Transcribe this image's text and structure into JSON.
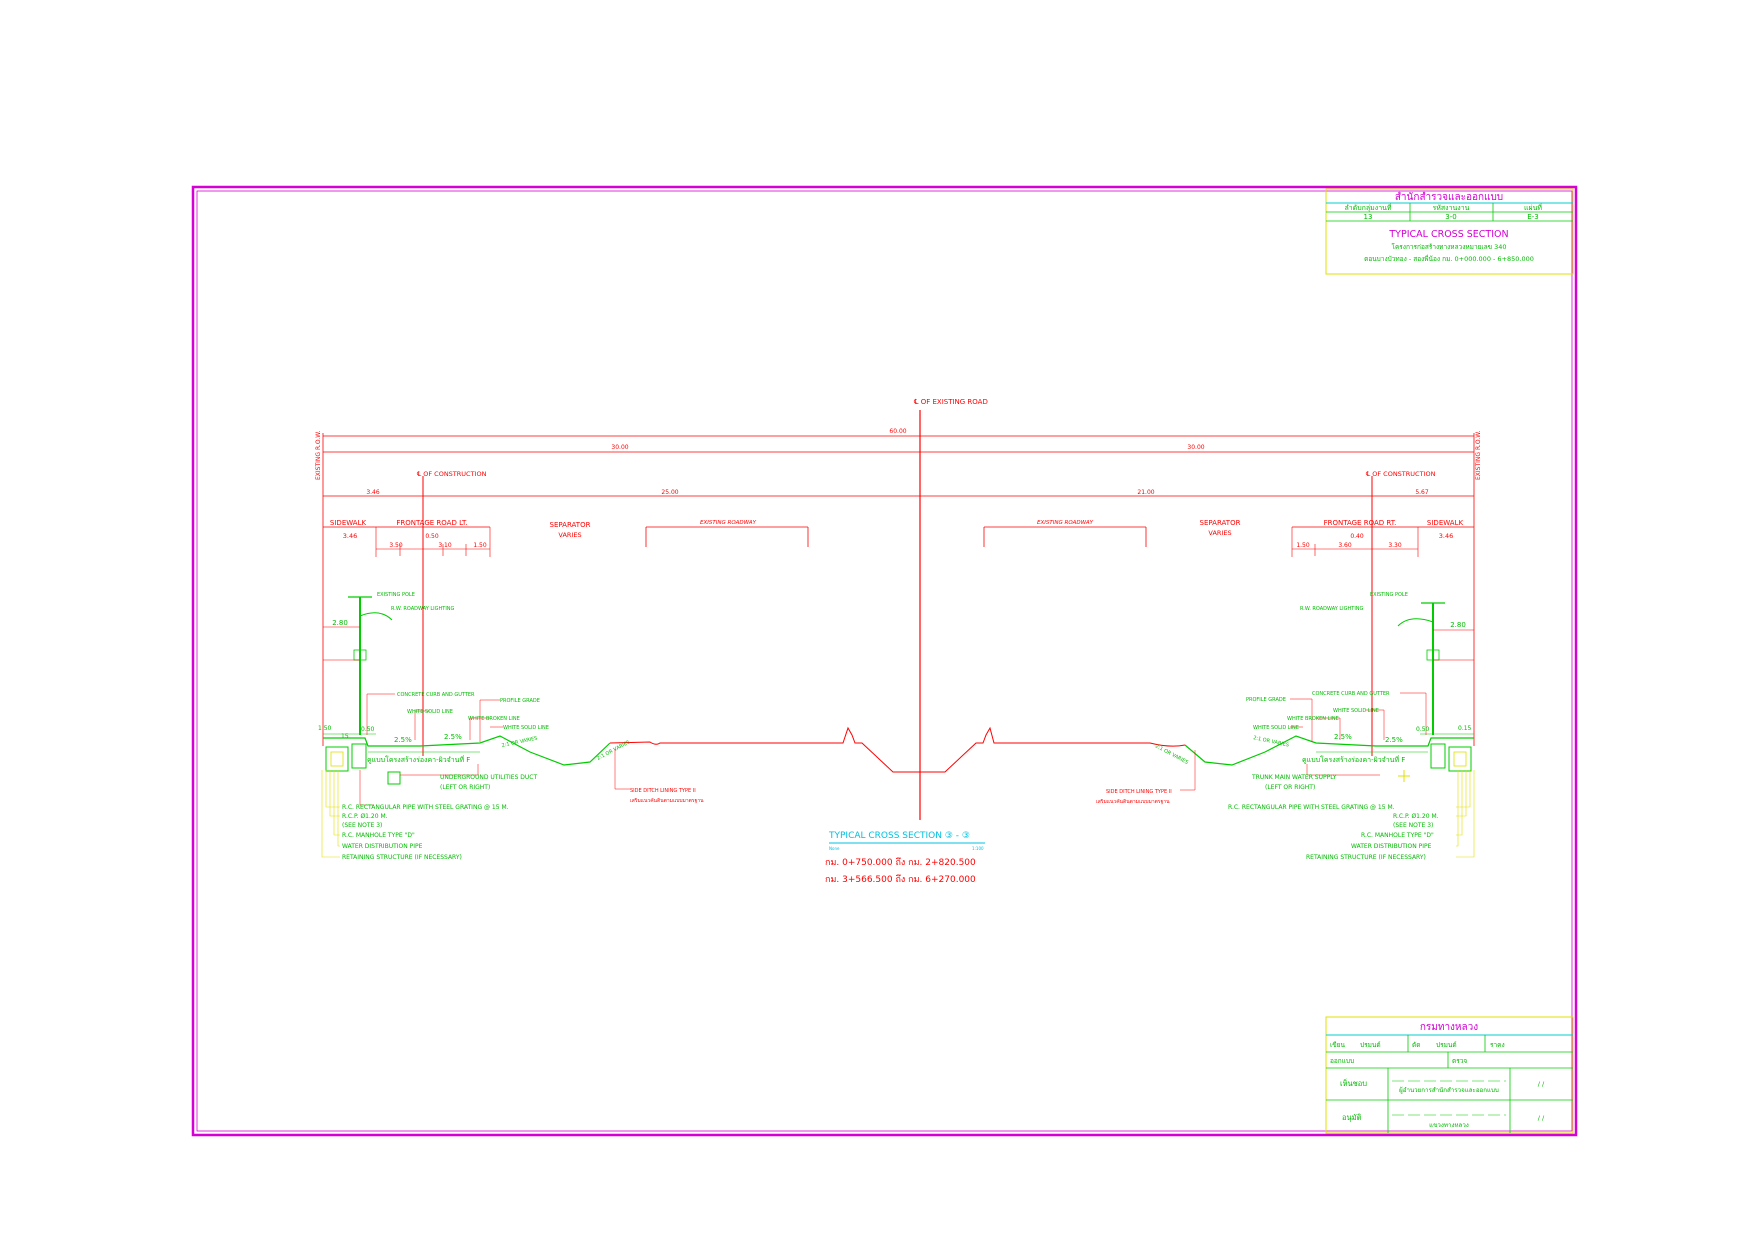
{
  "title_block_top": {
    "agency": "สำนักสำรวจและออกแบบ",
    "col1_header": "ลำดับกลุ่มงานที่",
    "col2_header": "รหัสงานงาน",
    "col3_header": "แผ่นที่",
    "col1_value": "13",
    "col2_value": "3-0",
    "col3_value": "E-3",
    "sheet_title": "TYPICAL CROSS SECTION",
    "project_line": "โครงการก่อสร้างทางหลวงหมายเลข 340",
    "section_line": "ตอนบางบัวทอง - สองพี่น้อง กม. 0+000.000 - 6+850.000"
  },
  "labels": {
    "cl_existing_road": "℄ OF EXISTING ROAD",
    "cl_construction_left": "℄ OF CONSTRUCTION",
    "cl_construction_right": "℄ OF CONSTRUCTION",
    "existing_row_left": "EXISTING R.O.W.",
    "existing_row_right": "EXISTING R.O.W.",
    "total_width": "60.00",
    "half_width_left": "30.00",
    "half_width_right": "30.00",
    "left_offset": "3.46",
    "left_to_cl": "25.00",
    "right_to_cl": "21.00",
    "right_offset": "5.67",
    "sidewalk_left": "SIDEWALK",
    "sidewalk_right": "SIDEWALK",
    "frontage_lt": "FRONTAGE ROAD LT.",
    "frontage_rt": "FRONTAGE ROAD RT.",
    "separator_left": "SEPARATOR",
    "separator_right": "SEPARATOR",
    "varies_left": "VARIES",
    "varies_right": "VARIES",
    "existing_roadway_left": "EXISTING ROADWAY",
    "existing_roadway_right": "EXISTING ROADWAY",
    "sw_width_left": "3.46",
    "sw_width_right": "3.46",
    "lane_a_left": "3.50",
    "lane_b_left": "3.10",
    "lane_c_left": "1.50",
    "lane_gap_left": "0.50",
    "lane_a_right": "1.50",
    "lane_b_right": "3.60",
    "lane_c_right": "3.30",
    "lane_gap_right": "0.40",
    "pole_h_left": "2.80",
    "pole_h_right": "2.80",
    "existing_pole_left": "EXISTING POLE",
    "existing_pole_right": "EXISTING POLE",
    "roadway_lighting_left": "R.W. ROADWAY LIGHTING",
    "roadway_lighting_right": "R.W. ROADWAY LIGHTING",
    "curb_gutter_left": "CONCRETE CURB AND GUTTER",
    "curb_gutter_right": "CONCRETE CURB AND GUTTER",
    "profile_grade_left": "PROFILE GRADE",
    "profile_grade_right": "PROFILE GRADE",
    "white_solid_left": "WHITE SOLID LINE",
    "white_solid_right": "WHITE SOLID LINE",
    "white_broken_left": "WHITE BROKEN LINE",
    "white_broken_right": "WHITE BROKEN LINE",
    "white_solid2_left": "WHITE SOLID LINE",
    "white_solid2_right": "WHITE SOLID LINE",
    "slope_a_left": "2.5%",
    "slope_b_left": "2.5%",
    "slope_a_right": "2.5%",
    "slope_b_right": "2.5%",
    "dim_150_left": "1.50",
    "dim_15_left": "15",
    "dim_050_left": "0.50",
    "dim_050_right": "0.50",
    "dim_015_right": "0.15",
    "slope_ratio_1_left": "2:1 OR VARIES",
    "slope_ratio_2_left": "2:1 OR VARIES",
    "slope_ratio_1_right": "2:1 OR VARIES",
    "slope_ratio_2_right": "2:1 OR VARIES",
    "thai_curb_left": "คูแบบโครงสร้างร่องคา-ผิวจำนที่ F",
    "thai_curb_right": "คูแบบโครงสร้างร่องคา-ผิวจำนที่ F",
    "utility_duct_left": "UNDERGROUND UTILITIES DUCT",
    "left_or_right_1": "(LEFT OR RIGHT)",
    "trunk_main_right": "TRUNK MAIN WATER SUPPLY",
    "left_or_right_2": "(LEFT OR RIGHT)",
    "side_ditch_left": "SIDE DITCH LINING TYPE II",
    "side_ditch_thai_left": "เสริมแนวคันดินตามแบบมาตรฐาน",
    "side_ditch_right": "SIDE DITCH LINING TYPE II",
    "side_ditch_thai_right": "เสริมแนวคันดินตามแบบมาตรฐาน",
    "rc_pipe_left": "R.C. RECTANGULAR PIPE WITH STEEL GRATING @ 15 M.",
    "rc_pipe_right": "R.C. RECTANGULAR PIPE WITH STEEL GRATING @ 15 M.",
    "rcp_left": "R.C.P. Ø1.20 M.",
    "rcp_right": "R.C.P. Ø1.20 M.",
    "see_note_left": "(SEE NOTE 3)",
    "see_note_right": "(SEE NOTE 3)",
    "manhole_left": "R.C. MANHOLE TYPE \"D\"",
    "manhole_right": "R.C. MANHOLE TYPE \"D\"",
    "water_dist_left": "WATER DISTRIBUTION PIPE",
    "water_dist_right": "WATER DISTRIBUTION PIPE",
    "retaining_left": "RETAINING STRUCTURE (IF NECESSARY)",
    "retaining_right": "RETAINING STRUCTURE (IF NECESSARY)"
  },
  "section_caption": {
    "title": "TYPICAL CROSS SECTION ③ - ③",
    "scale_left": "None",
    "scale_right": "1:100",
    "station_line_1": "กม. 0+750.000  ถึง  กม. 2+820.500",
    "station_line_2": "กม. 3+566.500  ถึง  กม. 6+270.000"
  },
  "title_block_bottom": {
    "department": "กรมทางหลวง",
    "drawn_label": "เขียน",
    "drawn_value": "ปรมนต์",
    "checked_label": "ตัด",
    "checked_value": "ปรมนต์",
    "date_label": "ราคง",
    "design_label": "ออกแบบ",
    "review_label": "ตรวจ",
    "approve_label": "เห็นชอบ",
    "approve_role": "ผู้อำนวยการสำนักสำรวจและออกแบบ",
    "approve_date": "/     /",
    "authorize_label": "อนุมัติ",
    "authorize_role": "แขวงทางหลวง",
    "authorize_date": "/     /"
  },
  "colors": {
    "frame": "#d400d4",
    "structure": "#ff0000",
    "annotation": "#00cc00",
    "text_green": "#00bb00",
    "dims": "#ff0000",
    "utility": "#e0e000",
    "caption": "#00c0e0",
    "title_magenta": "#d400d4"
  }
}
